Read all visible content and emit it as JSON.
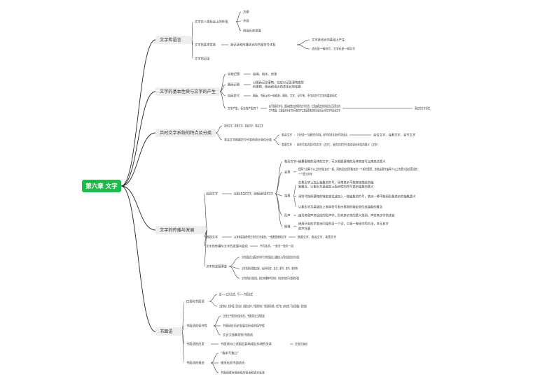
{
  "root": "第六章 文字",
  "branches": [
    {
      "label": "文字和语言",
      "children": [
        {
          "label": "文字在人类社会上的作用",
          "children": [
            {
              "label": "方便"
            },
            {
              "label": "开阔"
            },
            {
              "label": "创造历史发展"
            }
          ]
        },
        {
          "label": "文字的基本性质",
          "children": [
            {
              "label": "是记录和传播语言的书面符号体系",
              "children": [
                {
                  "label": "文字是语言的基础上产生"
                },
                {
                  "label": "语言是一种符号，文字也是一种符号"
                }
              ]
            }
          ]
        },
        {
          "label": "文字的记录"
        }
      ]
    },
    {
      "label": "文字的基本性质与文字的产生",
      "children": [
        {
          "label": "实物记事",
          "children": [
            {
              "label": "结绳、刻木、串珠"
            }
          ]
        },
        {
          "label": "图画记事",
          "children": [
            {
              "label": "以图画记录事物，往往以记录事物类型的事物，图画和语言的关系比较松散"
            }
          ]
        },
        {
          "label": "刻画符号",
          "children": [
            {
              "label": "图画、书画上的一些线条、图形、文字、记号等，不仅有符号文字的最初形式"
            }
          ]
        },
        {
          "label": "文字产生，标志的产生四个",
          "children": [
            {
              "label": "由于图画文字化，图画被整合成常用的文字形式，它是由真正的和用语言记录语言的文字发展，它是由许多音节的可能文字之发展而来的的形成以及必要文字的形成文字",
              "children": [
                {
                  "label": "真正的文字形式"
                }
              ]
            }
          ]
        }
      ]
    },
    {
      "label": "共时文字系统的特点及分类",
      "children": [
        {
          "label": "表形文字、表意文字、表音文字、意音文字"
        },
        {
          "label": "表音文字根据符号代表的语言单位分类",
          "children": [
            {
              "label": "表音文字",
              "children": [
                {
                  "label": "字母代表一个音素的符号体系，用不同的字母表示不同的语音",
                  "children": [
                    {
                      "label": "音位文字、音素文字、音节文字"
                    }
                  ]
                }
              ]
            },
            {
              "label": "表意文字",
              "children": [
                {
                  "label": "用符号表达意义的文字（汉字），有的文字符号表达语言单位的意义（汉字）"
                }
              ]
            }
          ]
        }
      ]
    },
    {
      "label": "文字的传播与发展",
      "children": [
        {
          "label": "自源文字",
          "children": [
            {
              "label": "自源自发生的文字，当地起源的基本文字",
              "children": [
                {
                  "label": "象形文字",
                  "children": [
                    {
                      "label": "描摹事物的形体的文字，可以根据事物的形体直接写出来表达意义"
                    }
                  ]
                },
                {
                  "label": "会意",
                  "children": [
                    {
                      "label": "把两个或两个以上的字组合在一起，用其组合的形象表达一个新的意思，多数会意字由两个以上的意义组合而成的一个意义的字"
                    }
                  ]
                },
                {
                  "label": "指事",
                  "children": [
                    {
                      "label": "在象形字上加上抽象的符号，用来表示不能直接描绘的抽象概念，以象形为基础加上指示性的符号表示抽象的意义"
                    },
                    {
                      "label": "用符号指明事物的特定部位或加入一些抽象的符号，表示一种不能用形象表示的抽象意义"
                    },
                    {
                      "label": "以象形字为基础加上简单符号表示事物的特定部位或抽象的概念"
                    }
                  ]
                },
                {
                  "label": "形声",
                  "children": [
                    {
                      "label": "由形旁和声旁组成的形声字，形旁表示字的意义类别，声旁表示字的读音"
                    }
                  ]
                },
                {
                  "label": "假借",
                  "children": [
                    {
                      "label": "借用已有的字表示同音的另一个词，它是一种用字的方法，本无其字依声托事"
                    }
                  ]
                }
              ]
            }
          ]
        },
        {
          "label": "借源文字",
          "children": [
            {
              "label": "从其他民族借用文字的文字系统，一般都是借用文字",
              "children": [
                {
                  "label": "借源文字、表音文字，表意文字"
                }
              ]
            }
          ]
        },
        {
          "label": "文字的传播与文字的发展与变化",
          "children": [
            {
              "label": "书写技术，一些字一些字一段"
            }
          ]
        },
        {
          "label": "汉字的发展演变",
          "children": [
            {
              "label": "汉字的发展经历了由图画文字向符号文字的发展变化，由繁趋简，由不规范向规范化的方向发展"
            },
            {
              "label": "汉字的形体演变过程，包括甲骨文、金文、篆书、隶书、楷书等"
            },
            {
              "label": "汉字的简化与规范化，简化字和繁体字的并存，简化字的推行与使用的问题"
            }
          ]
        }
      ]
    },
    {
      "label": "书面语",
      "children": [
        {
          "label": "口语和书面语",
          "children": [
            {
              "label": "说——口头形式，写——书面形式"
            },
            {
              "label": "口语的特点：表情丰富，语言生动，语调变化多样；书面语的特点：书面语用词准确，句式严密，结构完整，可以反复推敲，更加规范"
            }
          ]
        },
        {
          "label": "书面语的保守性",
          "children": [
            {
              "label": "口语比书面语的变化快，书面语比口语稳定"
            },
            {
              "label": "书面语在历史发展中形成的保守性"
            },
            {
              "label": "文言文是典型的书面语"
            }
          ]
        },
        {
          "label": "书面语的改革",
          "children": [
            {
              "label": "书面语与口语相互影响相互作用的关系",
              "children": [
                {
                  "label": "白话文运动"
                }
              ]
            }
          ]
        },
        {
          "label": "书面语的规范",
          "children": [
            {
              "label": "“我手写我口”"
            },
            {
              "label": "规范化的书面语言"
            },
            {
              "label": "书面语要有规范化的语法和语言标准"
            }
          ]
        }
      ]
    }
  ]
}
